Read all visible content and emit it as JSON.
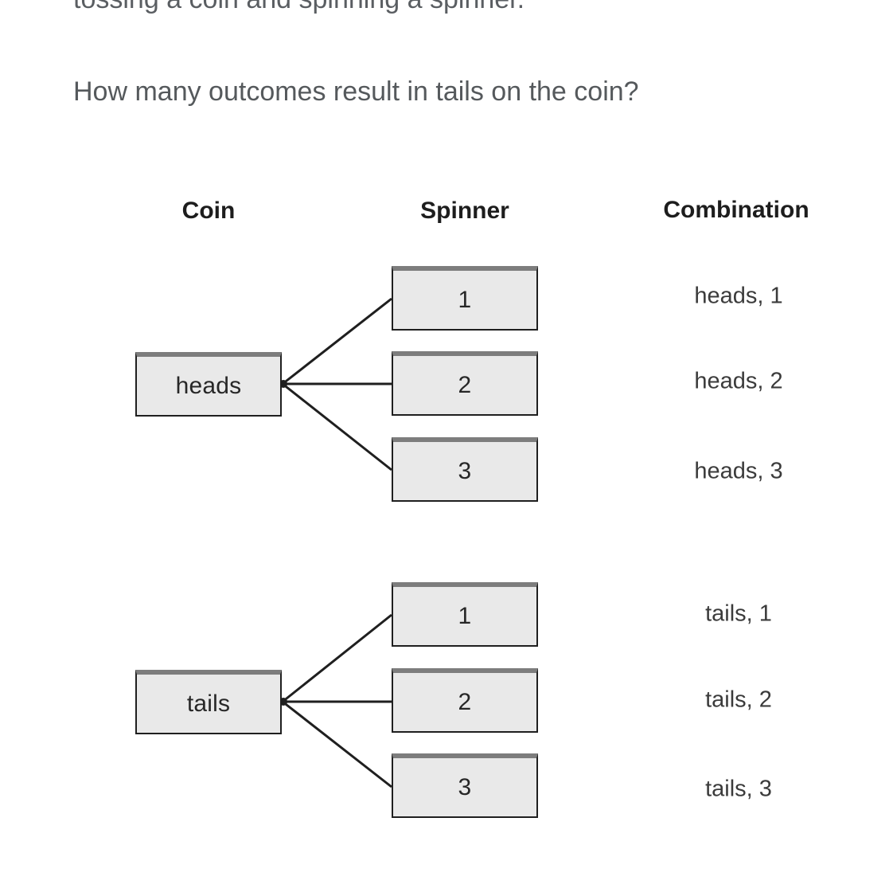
{
  "prompt": {
    "line_clipped": "tossing a coin and spinning a spinner.",
    "question": "How many outcomes result in tails on the coin?"
  },
  "diagram": {
    "type": "tree-diagram",
    "headers": {
      "coin": "Coin",
      "spinner": "Spinner",
      "combination": "Combination"
    },
    "branches": [
      {
        "root": "heads",
        "leaves": [
          "1",
          "2",
          "3"
        ],
        "combinations": [
          "heads, 1",
          "heads, 2",
          "heads, 3"
        ]
      },
      {
        "root": "tails",
        "leaves": [
          "1",
          "2",
          "3"
        ],
        "combinations": [
          "tails, 1",
          "tails, 2",
          "tails, 3"
        ]
      }
    ]
  },
  "colors": {
    "page_background": "#ffffff",
    "question_text": "#55595c",
    "header_text": "#1d1d1d",
    "box_fill": "#e9e9e9",
    "box_border": "#1f1f1f",
    "box_top_edge": "#7d7d7d",
    "connector_line": "#1f1f1f",
    "combination_text": "#3b3b3b"
  }
}
